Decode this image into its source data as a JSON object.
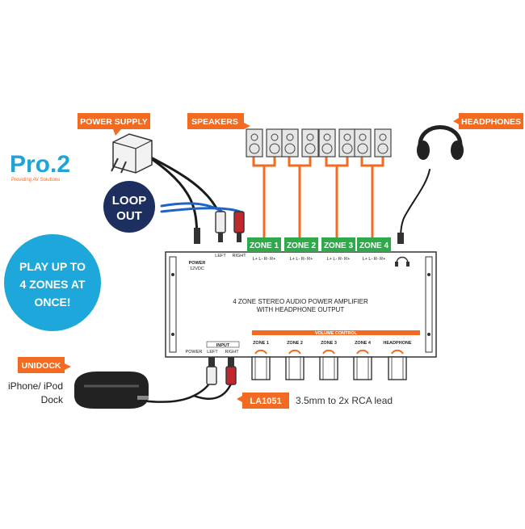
{
  "brand": {
    "name": "Pro.2",
    "tagline": "Providing AV Solutions"
  },
  "callouts": {
    "power_supply": "POWER SUPPLY",
    "speakers": "SPEAKERS",
    "headphones": "HEADPHONES",
    "unidock": "UNIDOCK",
    "lead_code": "LA1051"
  },
  "loop_out": {
    "line1": "LOOP",
    "line2": "OUT"
  },
  "promo": {
    "line1": "PLAY UP TO",
    "line2": "4 ZONES AT",
    "line3": "ONCE!"
  },
  "dock_text": {
    "line1": "iPhone/ iPod",
    "line2": "Dock"
  },
  "lead_desc": "3.5mm to 2x RCA lead",
  "amplifier": {
    "title_line1": "4 ZONE STEREO AUDIO POWER AMPLIFIER",
    "title_line2": "WITH HEADPHONE OUTPUT",
    "volume_control": "VOLUME CONTROL",
    "power_label": "POWER",
    "power_rating": "12VDC",
    "rear_left": "LEFT",
    "rear_right": "RIGHT",
    "terminals": "L+  L-  R-  R+",
    "zones": [
      "ZONE 1",
      "ZONE 2",
      "ZONE 3",
      "ZONE 4"
    ],
    "knobs": [
      "ZONE 1",
      "ZONE 2",
      "ZONE 3",
      "ZONE 4",
      "HEADPHONE"
    ],
    "front_power": "POWER",
    "input": "INPUT",
    "front_left": "LEFT",
    "front_right": "RIGHT"
  },
  "colors": {
    "orange": "#F26B21",
    "green": "#2EAA4A",
    "navy": "#1C2F5E",
    "cyan": "#1EA7DA",
    "brand_blue": "#1FA3D8",
    "cable": "#1a1a1a",
    "blue_cable": "#1E63C6",
    "red_rca": "#C0282D"
  }
}
